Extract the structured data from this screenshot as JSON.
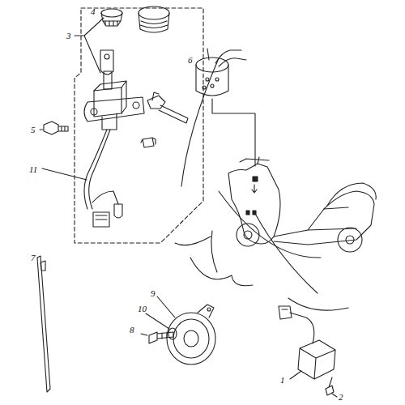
{
  "diagram": {
    "labels": [
      "4",
      "3",
      "5",
      "11",
      "6",
      "7",
      "8",
      "10",
      "9",
      "1",
      "2"
    ]
  }
}
